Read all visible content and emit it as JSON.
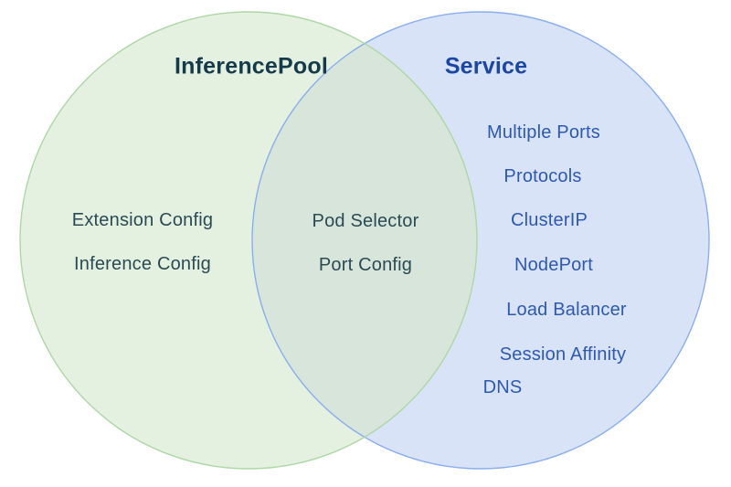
{
  "diagram": {
    "type": "venn",
    "background": "#ffffff",
    "left_circle": {
      "title": "InferencePool",
      "items": [
        "Extension Config",
        "Inference Config"
      ],
      "fill_color": "#e4f0e0",
      "border_color": "#aed7a6",
      "title_color": "#153b4a",
      "item_color": "#2a4b54"
    },
    "right_circle": {
      "title": "Service",
      "items": [
        "Multiple Ports",
        "Protocols",
        "ClusterIP",
        "NodePort",
        "Load Balancer",
        "Session Affinity",
        "DNS"
      ],
      "fill_color": "#d8e3f8",
      "border_color": "#8aaeee",
      "title_color": "#1a46a5",
      "item_color": "#2d59b2"
    },
    "overlap": {
      "items": [
        "Pod Selector",
        "Port Config"
      ],
      "fill_color": "#d7e5da",
      "item_color": "#2a4b54"
    }
  }
}
